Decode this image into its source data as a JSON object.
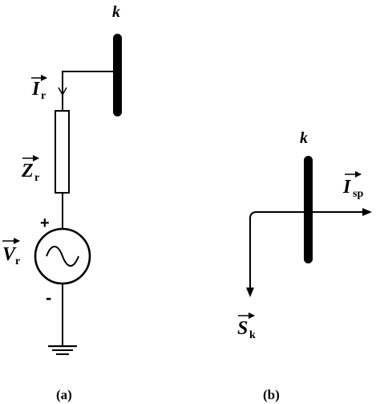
{
  "panel_a": {
    "bus_label": "k",
    "current_label": "I",
    "current_sub": "r",
    "impedance_label": "Z",
    "impedance_sub": "r",
    "voltage_label": "V",
    "voltage_sub": "r",
    "plus_sign": "+",
    "minus_sign": "-",
    "caption": "(a)"
  },
  "panel_b": {
    "bus_label": "k",
    "current_label": "I",
    "current_sub": "sp",
    "power_label": "S",
    "power_sub": "k",
    "caption": "(b)"
  }
}
